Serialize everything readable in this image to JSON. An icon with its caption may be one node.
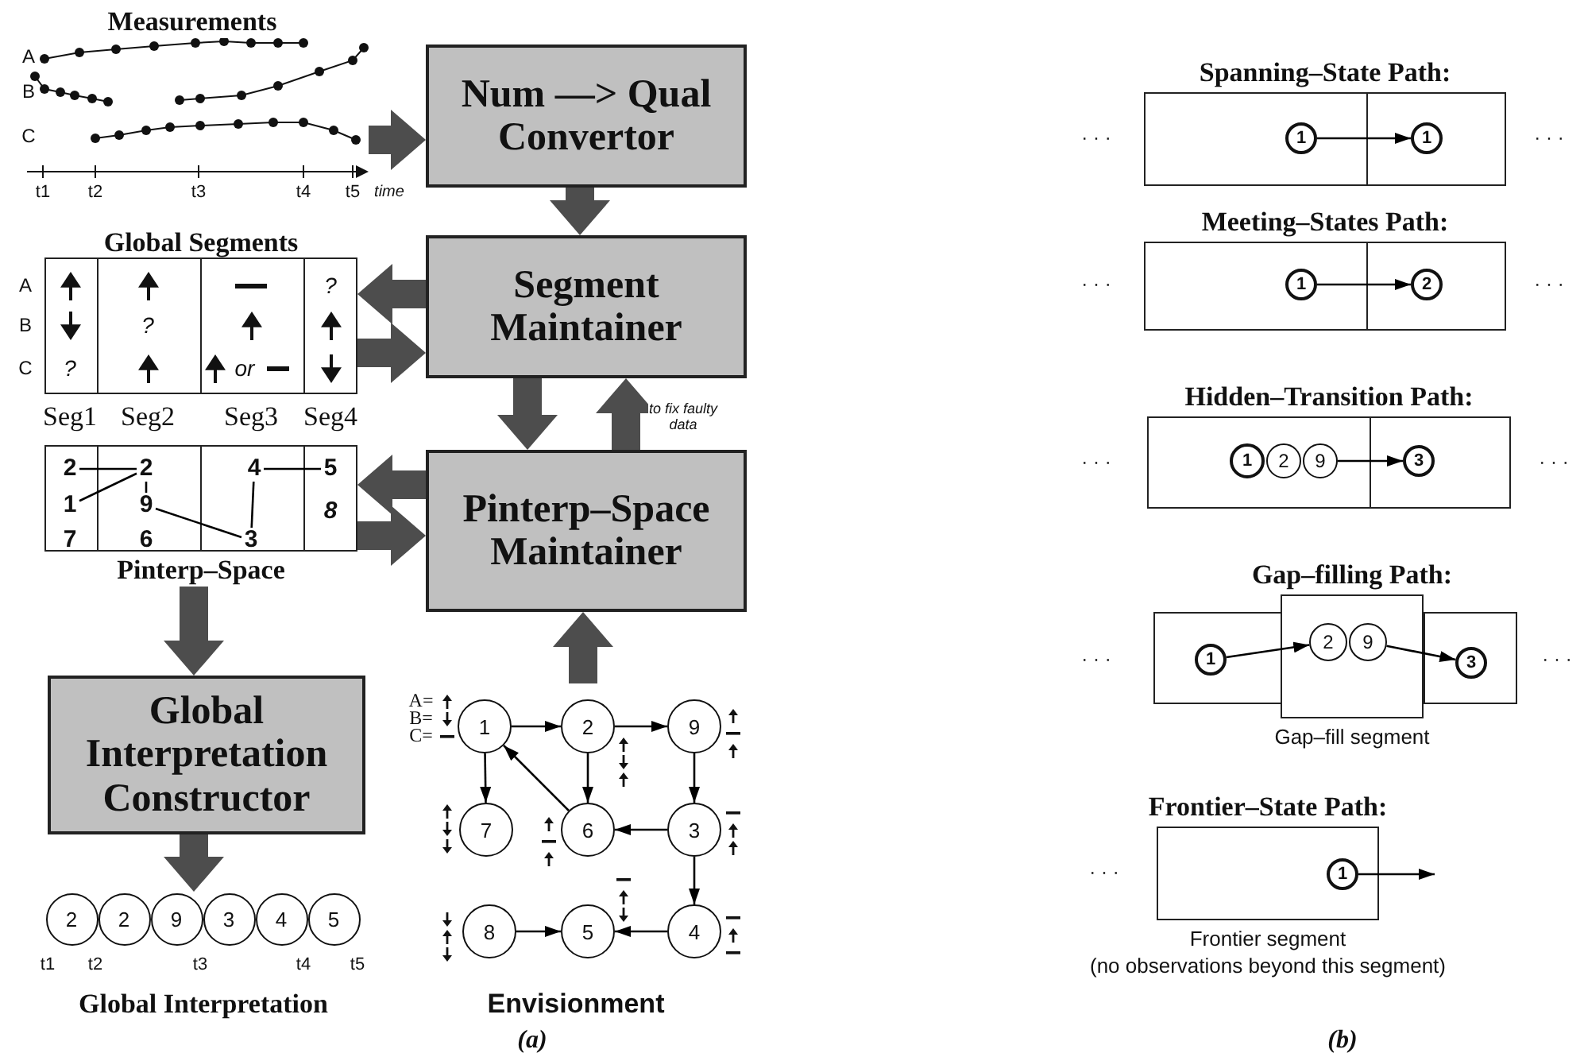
{
  "diagram": {
    "nodes": [
      {
        "text": [
          "Num —> Qual Convertor"
        ]
      },
      {
        "text": [
          "Segment Maintainer"
        ]
      },
      {
        "text": [
          "Pinterp–Space Maintainer"
        ]
      },
      {
        "text": [
          "Global Interpretation Constructor"
        ]
      },
      {
        "text": [
          "Measurements"
        ]
      },
      {
        "text": [
          "Global Segments"
        ]
      },
      {
        "text": [
          "Pinterp–Space"
        ]
      },
      {
        "text": [
          "2"
        ],
        "in": 6
      },
      {
        "text": [
          "1"
        ],
        "in": 6
      },
      {
        "text": [
          "7"
        ],
        "in": 6
      },
      {
        "text": [
          "2"
        ],
        "in": 6
      },
      {
        "text": [
          "9"
        ],
        "in": 6
      },
      {
        "text": [
          "6"
        ],
        "in": 6
      },
      {
        "text": [
          "4"
        ],
        "in": 6
      },
      {
        "text": [
          "3"
        ],
        "in": 6
      },
      {
        "text": [
          "5"
        ],
        "in": 6
      },
      {
        "text": [
          "8"
        ],
        "in": 6
      },
      {
        "text": [
          "Global Interpretation"
        ]
      },
      {
        "text": [
          "2"
        ],
        "in": 17
      },
      {
        "text": [
          "2"
        ],
        "in": 17
      },
      {
        "text": [
          "9"
        ],
        "in": 17
      },
      {
        "text": [
          "3"
        ],
        "in": 17
      },
      {
        "text": [
          "4"
        ],
        "in": 17
      },
      {
        "text": [
          "5"
        ],
        "in": 17
      },
      {
        "text": [
          "Envisionment"
        ]
      },
      {
        "text": [
          "1"
        ],
        "in": 24
      },
      {
        "text": [
          "2"
        ],
        "in": 24
      },
      {
        "text": [
          "9"
        ],
        "in": 24
      },
      {
        "text": [
          "7"
        ],
        "in": 24
      },
      {
        "text": [
          "6"
        ],
        "in": 24
      },
      {
        "text": [
          "3"
        ],
        "in": 24
      },
      {
        "text": [
          "8"
        ],
        "in": 24
      },
      {
        "text": [
          "5"
        ],
        "in": 24
      },
      {
        "text": [
          "4"
        ],
        "in": 24
      },
      {
        "text": [
          "Spanning–State Path:"
        ]
      },
      {
        "text": [
          "1"
        ],
        "in": 34
      },
      {
        "text": [
          "1"
        ],
        "in": 34
      },
      {
        "text": [
          "Meeting–States Path:"
        ]
      },
      {
        "text": [
          "1"
        ],
        "in": 37
      },
      {
        "text": [
          "2"
        ],
        "in": 37
      },
      {
        "text": [
          "Hidden–Transition Path:"
        ]
      },
      {
        "text": [
          "1"
        ],
        "in": 40
      },
      {
        "text": [
          "2"
        ],
        "in": 40
      },
      {
        "text": [
          "9"
        ],
        "in": 40
      },
      {
        "text": [
          "3"
        ],
        "in": 40
      },
      {
        "text": [],
        "shape": "box"
      },
      {
        "text": [
          "1"
        ],
        "in": 45
      },
      {
        "text": [
          "Gap–filling Path:"
        ],
        "beside": [
          "Gap–fill segment"
        ]
      },
      {
        "text": [
          "2"
        ],
        "in": 47
      },
      {
        "text": [
          "9"
        ],
        "in": 47
      },
      {
        "text": [],
        "shape": "box"
      },
      {
        "text": [
          "3"
        ],
        "in": 50
      },
      {
        "text": [
          "Frontier–State Path:"
        ],
        "beside": [
          "Frontier segment",
          "(no observations beyond this segment)"
        ]
      },
      {
        "text": [
          "1"
        ],
        "in": 52
      }
    ],
    "edges": [
      {
        "from": 4,
        "to": 0,
        "arrow": "to",
        "style": "thick",
        "color": "#4d4d4d"
      },
      {
        "from": 0,
        "to": 1,
        "arrow": "to",
        "style": "thick",
        "color": "#4d4d4d"
      },
      {
        "from": 1,
        "to": 5,
        "arrow": "to",
        "style": "thick",
        "color": "#4d4d4d"
      },
      {
        "from": 5,
        "to": 1,
        "arrow": "to",
        "style": "thick",
        "color": "#4d4d4d"
      },
      {
        "from": 1,
        "to": 2,
        "arrow": "to",
        "style": "thick",
        "color": "#4d4d4d"
      },
      {
        "from": 2,
        "to": 1,
        "arrow": "to",
        "style": "thick",
        "color": "#4d4d4d",
        "label": "to fix faulty data"
      },
      {
        "from": 2,
        "to": 6,
        "arrow": "to",
        "style": "thick",
        "color": "#4d4d4d"
      },
      {
        "from": 6,
        "to": 2,
        "arrow": "to",
        "style": "thick",
        "color": "#4d4d4d"
      },
      {
        "from": 6,
        "to": 3,
        "arrow": "to",
        "style": "thick",
        "color": "#4d4d4d"
      },
      {
        "from": 3,
        "to": 17,
        "arrow": "to",
        "style": "thick",
        "color": "#4d4d4d"
      },
      {
        "from": 24,
        "to": 2,
        "arrow": "to",
        "style": "thick",
        "color": "#4d4d4d"
      },
      {
        "from": 7,
        "to": 10,
        "arrow": "none"
      },
      {
        "from": 8,
        "to": 10,
        "arrow": "none"
      },
      {
        "from": 10,
        "to": 11,
        "arrow": "none"
      },
      {
        "from": 11,
        "to": 14,
        "arrow": "none"
      },
      {
        "from": 13,
        "to": 14,
        "arrow": "none"
      },
      {
        "from": 13,
        "to": 15,
        "arrow": "none"
      },
      {
        "from": 25,
        "to": 26,
        "arrow": "to"
      },
      {
        "from": 26,
        "to": 27,
        "arrow": "to"
      },
      {
        "from": 25,
        "to": 28,
        "arrow": "to"
      },
      {
        "from": 26,
        "to": 29,
        "arrow": "to"
      },
      {
        "from": 29,
        "to": 25,
        "arrow": "to"
      },
      {
        "from": 27,
        "to": 30,
        "arrow": "to"
      },
      {
        "from": 30,
        "to": 29,
        "arrow": "to"
      },
      {
        "from": 30,
        "to": 33,
        "arrow": "to"
      },
      {
        "from": 33,
        "to": 32,
        "arrow": "to"
      },
      {
        "from": 31,
        "to": 32,
        "arrow": "to"
      },
      {
        "from": 35,
        "to": 36,
        "arrow": "to"
      },
      {
        "from": 38,
        "to": 39,
        "arrow": "to"
      },
      {
        "from": 43,
        "to": 44,
        "arrow": "to"
      },
      {
        "from": 46,
        "to": 48,
        "arrow": "to"
      },
      {
        "from": 49,
        "to": 51,
        "arrow": "to"
      },
      {
        "from": 53,
        "to": null,
        "arrow": "to"
      }
    ],
    "labels": [
      "A",
      "B",
      "C",
      "t1",
      "t2",
      "t3",
      "t4",
      "t5",
      "time",
      "A",
      "B",
      "C",
      "?",
      "?",
      "?",
      "or",
      "Seg1",
      "Seg2",
      "Seg3",
      "Seg4",
      "t1",
      "t2",
      "t3",
      "t4",
      "t5",
      "A=",
      "B=",
      "C=",
      "· · ·",
      "· · ·",
      "· · ·",
      "· · ·",
      "· · ·",
      "· · ·",
      "· · ·",
      "· · ·",
      "· · ·",
      "(a)",
      "(b)"
    ]
  }
}
